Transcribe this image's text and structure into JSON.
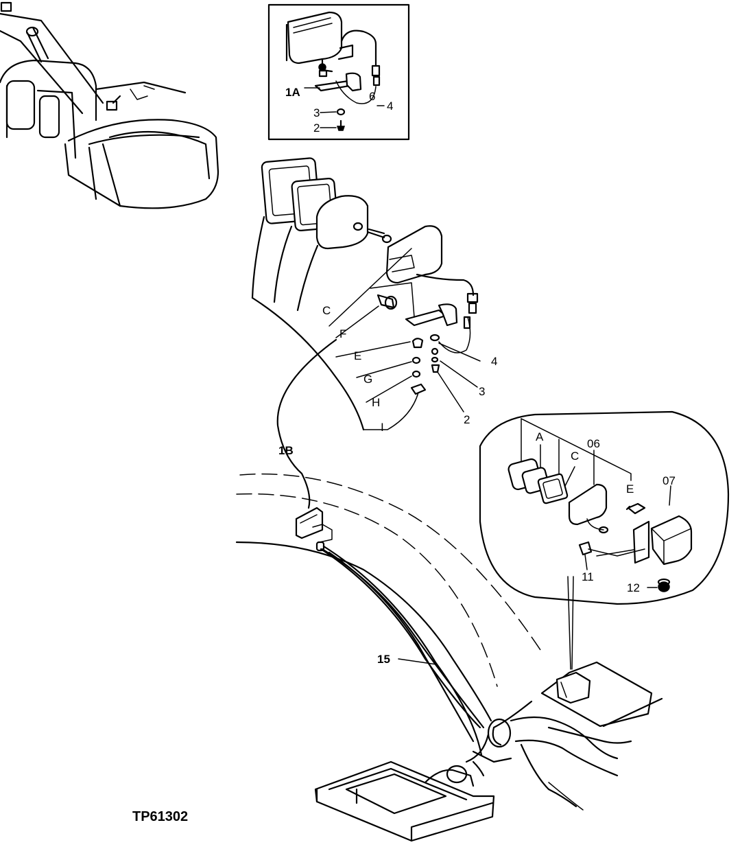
{
  "figure_id": "TP61302",
  "callouts": {
    "inset_top": {
      "c1a": "1A",
      "c4": "4",
      "c6": "6",
      "c3": "3",
      "c2": "2"
    },
    "main": {
      "c": "C",
      "f": "F",
      "e": "E",
      "g": "G",
      "h": "H",
      "i": "I",
      "c4": "4",
      "c3": "3",
      "c2": "2",
      "c1b": "1B",
      "c15": "15"
    },
    "inset_oval": {
      "a": "A",
      "c06": "06",
      "c": "C",
      "e": "E",
      "c07": "07",
      "c11": "11",
      "c12": "12"
    }
  }
}
